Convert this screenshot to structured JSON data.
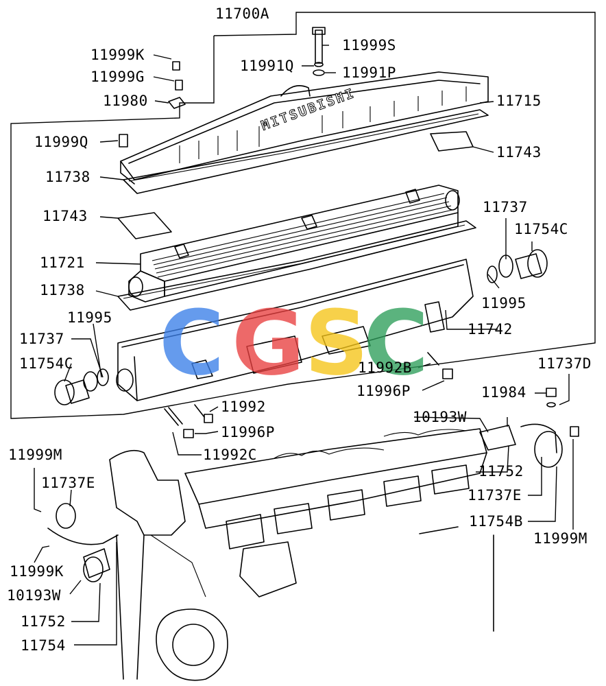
{
  "colors": {
    "ink": "#000000",
    "paper": "#ffffff",
    "watermark_blue": "#3b7fe8",
    "watermark_red": "#e83f3f",
    "watermark_yellow": "#f5c518",
    "watermark_green": "#2e9e5b"
  },
  "diagram": {
    "logo_text": "MITSUBISHI",
    "watermark_text": "CGSC",
    "labels": [
      {
        "id": "11700A",
        "text": "11700A"
      },
      {
        "id": "11999S",
        "text": "11999S"
      },
      {
        "id": "11999K_top",
        "text": "11999K"
      },
      {
        "id": "11991Q",
        "text": "11991Q"
      },
      {
        "id": "11999G",
        "text": "11999G"
      },
      {
        "id": "11991P",
        "text": "11991P"
      },
      {
        "id": "11980",
        "text": "11980"
      },
      {
        "id": "11715",
        "text": "11715"
      },
      {
        "id": "11999Q",
        "text": "11999Q"
      },
      {
        "id": "11743_right",
        "text": "11743"
      },
      {
        "id": "11738_top",
        "text": "11738"
      },
      {
        "id": "11743_left",
        "text": "11743"
      },
      {
        "id": "11737_right",
        "text": "11737"
      },
      {
        "id": "11754C_right",
        "text": "11754C"
      },
      {
        "id": "11721",
        "text": "11721"
      },
      {
        "id": "11738_mid",
        "text": "11738"
      },
      {
        "id": "11995_right",
        "text": "11995"
      },
      {
        "id": "11995_left",
        "text": "11995"
      },
      {
        "id": "11742",
        "text": "11742"
      },
      {
        "id": "11737_left",
        "text": "11737"
      },
      {
        "id": "11754C_left",
        "text": "11754C"
      },
      {
        "id": "11992B",
        "text": "11992B"
      },
      {
        "id": "11737D",
        "text": "11737D"
      },
      {
        "id": "11996P_right",
        "text": "11996P"
      },
      {
        "id": "11984",
        "text": "11984"
      },
      {
        "id": "11992",
        "text": "11992"
      },
      {
        "id": "10193W_right",
        "text": "10193W"
      },
      {
        "id": "11996P_left",
        "text": "11996P"
      },
      {
        "id": "11999M_left",
        "text": "11999M"
      },
      {
        "id": "11992C",
        "text": "11992C"
      },
      {
        "id": "11752_right",
        "text": "11752"
      },
      {
        "id": "11737E_left",
        "text": "11737E"
      },
      {
        "id": "11737E_right",
        "text": "11737E"
      },
      {
        "id": "11754B",
        "text": "11754B"
      },
      {
        "id": "11999M_right",
        "text": "11999M"
      },
      {
        "id": "11999K_bottom",
        "text": "11999K"
      },
      {
        "id": "10193W_left",
        "text": "10193W"
      },
      {
        "id": "11752_left",
        "text": "11752"
      },
      {
        "id": "11754",
        "text": "11754"
      }
    ]
  }
}
